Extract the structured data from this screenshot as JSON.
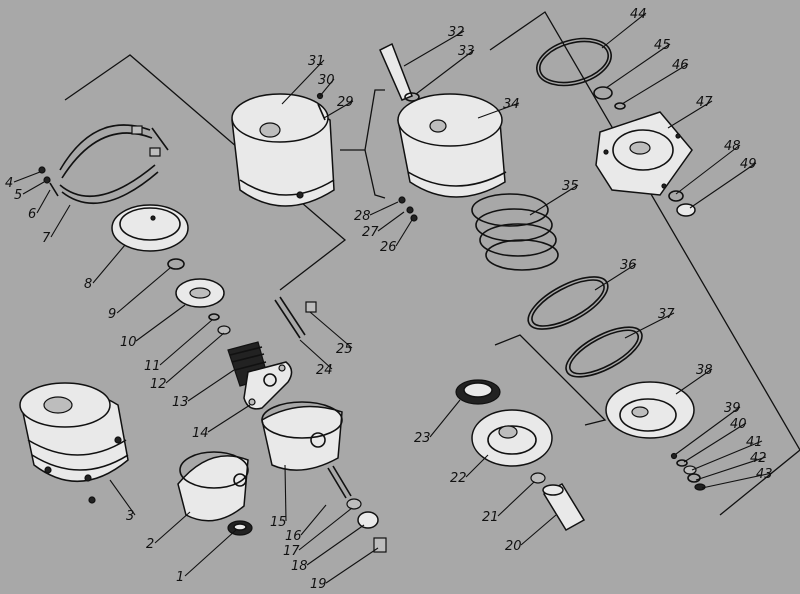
{
  "callouts": [
    "1",
    "2",
    "3",
    "4",
    "5",
    "6",
    "7",
    "8",
    "9",
    "10",
    "11",
    "12",
    "13",
    "14",
    "15",
    "16",
    "17",
    "18",
    "19",
    "20",
    "21",
    "22",
    "23",
    "24",
    "25",
    "26",
    "27",
    "28",
    "29",
    "30",
    "31",
    "32",
    "33",
    "34",
    "35",
    "36",
    "37",
    "38",
    "39",
    "40",
    "41",
    "42",
    "43",
    "44",
    "45",
    "46",
    "47",
    "48",
    "49"
  ],
  "colors": {
    "background": "#a8a8a8",
    "line": "#111111",
    "part_fill": "#e9e9e9"
  }
}
